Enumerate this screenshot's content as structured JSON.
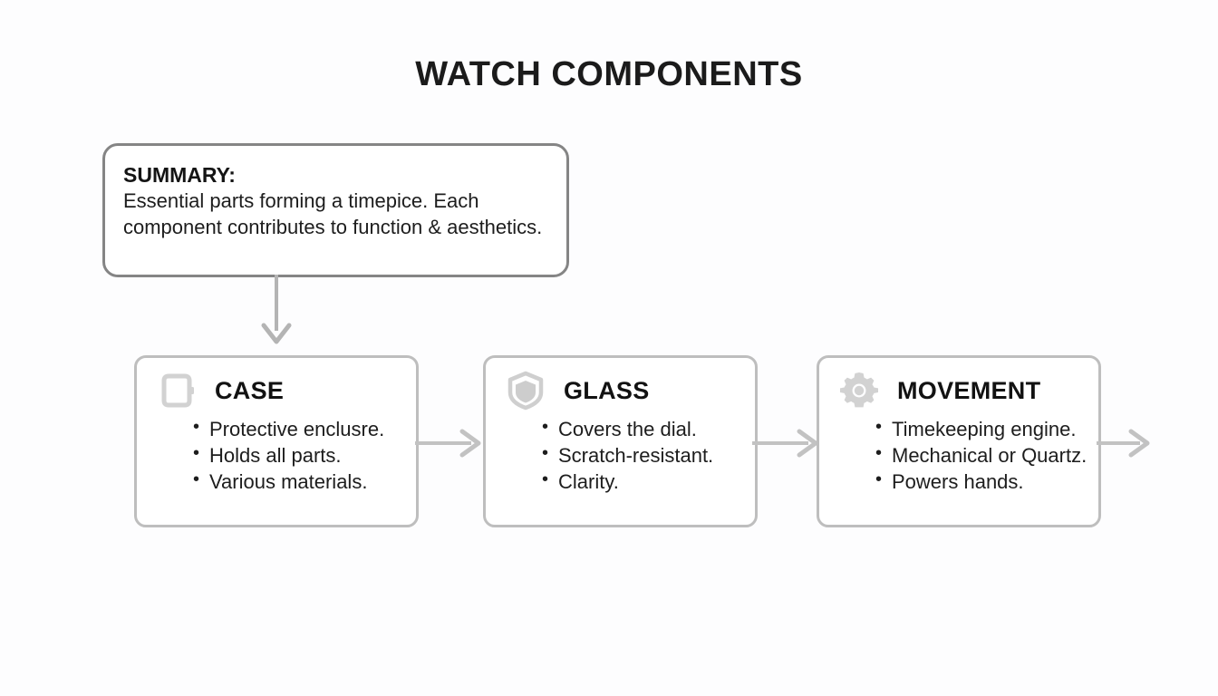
{
  "page": {
    "title": "WATCH COMPONENTS",
    "background_color": "#fdfdfe",
    "title_color": "#1b1b1b"
  },
  "summary": {
    "heading": "SUMMARY:",
    "text": "Essential parts forming a timepice. Each component contributes to function & aesthetics.",
    "border_color": "#858585"
  },
  "connector": {
    "vertical_arrow_name": "summary-to-case-arrow",
    "color": "#b4b4b4"
  },
  "cards": [
    {
      "id": "case",
      "icon": "watch-case-icon",
      "title": "CASE",
      "bullets": [
        "Protective enclusre.",
        "Holds all parts.",
        "Various materials."
      ]
    },
    {
      "id": "glass",
      "icon": "shield-icon",
      "title": "GLASS",
      "bullets": [
        "Covers the dial.",
        "Scratch-resistant.",
        "Clarity."
      ]
    },
    {
      "id": "movement",
      "icon": "gear-icon",
      "title": "MOVEMENT",
      "bullets": [
        "Timekeeping engine.",
        "Mechanical or Quartz.",
        "Powers hands."
      ]
    }
  ],
  "style": {
    "card_border_color": "#bebebe",
    "icon_color": "#d2d2d2",
    "arrow_color": "#c2c2c2",
    "text_color": "#1d1d1d"
  }
}
